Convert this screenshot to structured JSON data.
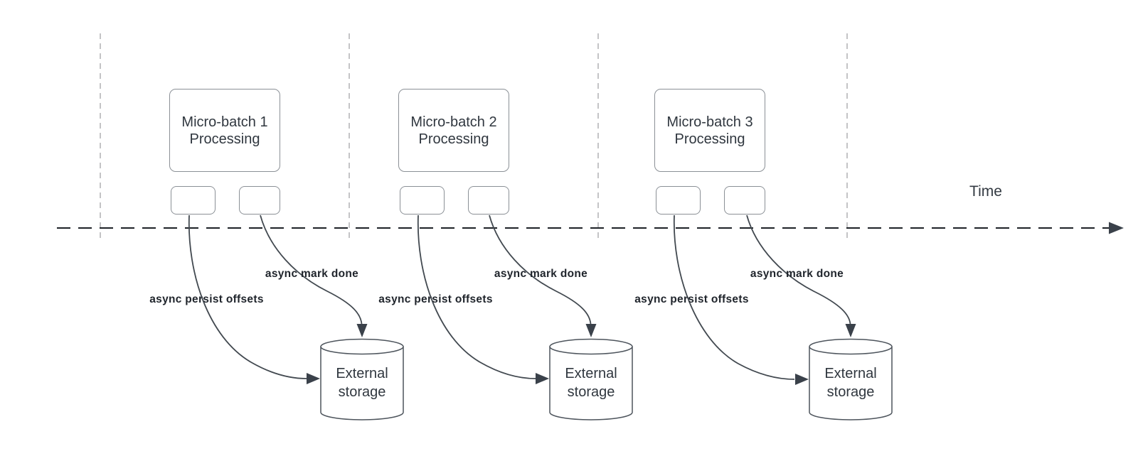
{
  "timeline": {
    "label": "Time"
  },
  "groups": [
    {
      "box_title": "Micro-batch 1",
      "box_subtitle": "Processing",
      "persist_arrow_label": "async persist offsets",
      "done_arrow_label": "async mark done",
      "storage_label": "External storage"
    },
    {
      "box_title": "Micro-batch 2",
      "box_subtitle": "Processing",
      "persist_arrow_label": "async persist offsets",
      "done_arrow_label": "async mark done",
      "storage_label": "External storage"
    },
    {
      "box_title": "Micro-batch 3",
      "box_subtitle": "Processing",
      "persist_arrow_label": "async persist offsets",
      "done_arrow_label": "async mark done",
      "storage_label": "External storage"
    }
  ],
  "colors": {
    "stroke_dark": "#3a414a",
    "timeline": "#1e2227",
    "gridline": "#b5b5b8",
    "shape_border": "#8b9096",
    "cylinder_border": "#4d545c",
    "text": "#30373f",
    "label_text": "#20252c",
    "background": "#ffffff"
  }
}
